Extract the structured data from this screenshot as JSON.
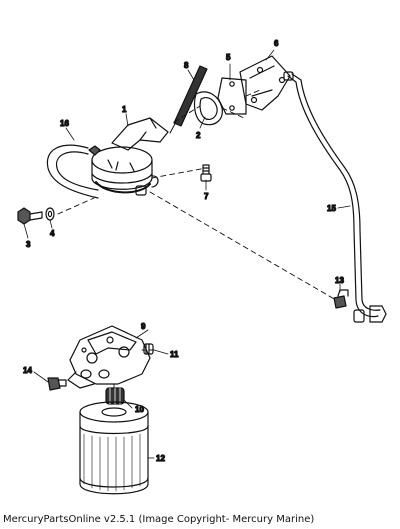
{
  "diagram": {
    "callouts": [
      {
        "id": "c1",
        "text": "1"
      },
      {
        "id": "c2",
        "text": "2"
      },
      {
        "id": "c3",
        "text": "3"
      },
      {
        "id": "c4",
        "text": "4"
      },
      {
        "id": "c5",
        "text": "5"
      },
      {
        "id": "c6",
        "text": "6"
      },
      {
        "id": "c7",
        "text": "7"
      },
      {
        "id": "c8",
        "text": "8"
      },
      {
        "id": "c9",
        "text": "9"
      },
      {
        "id": "c10",
        "text": "10"
      },
      {
        "id": "c11",
        "text": "11"
      },
      {
        "id": "c12",
        "text": "12"
      },
      {
        "id": "c13",
        "text": "13"
      },
      {
        "id": "c14",
        "text": "14"
      },
      {
        "id": "c15",
        "text": "15"
      },
      {
        "id": "c16",
        "text": "16"
      }
    ]
  },
  "footer": {
    "credit": "MercuryPartsOnline v2.5.1 (Image Copyright- Mercury Marine)"
  },
  "colors": {
    "ink": "#111111",
    "background": "#ffffff",
    "shade": "#555555"
  }
}
